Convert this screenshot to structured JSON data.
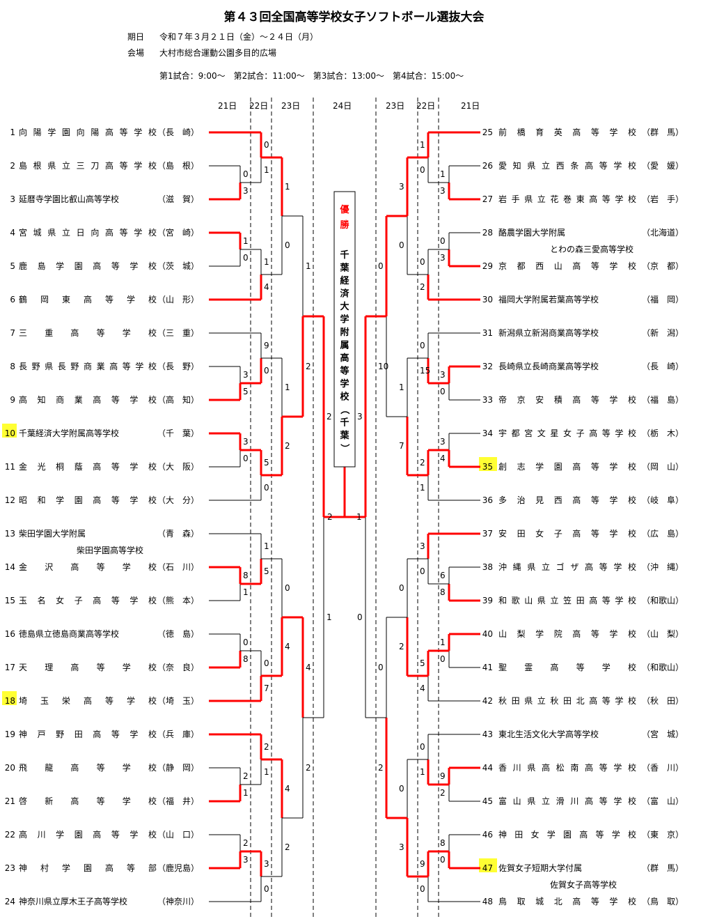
{
  "title": "第４３回全国高等学校女子ソフトボール選抜大会",
  "dates_label": "期日",
  "dates_value": "令和７年３月２１日（金）～２４日（月）",
  "venue_label": "会場",
  "venue_value": "大村市総合運動公園多目的広場",
  "schedule": "第1試合：9:00～　第2試合：11:00～　第3試合：13:00～　第4試合：15:00～",
  "day_headers_left": [
    "21日",
    "22日",
    "23日"
  ],
  "day_header_final": "24日",
  "day_headers_right": [
    "23日",
    "22日",
    "21日"
  ],
  "champion_label": "優勝",
  "champion_name": "千葉経済大学附属高等学校（千葉）",
  "teams_left": [
    {
      "no": "1",
      "name": "向陽学園向陽高等学校",
      "pref": "（長　崎）"
    },
    {
      "no": "2",
      "name": "島根県立三刀高等学校",
      "pref": "（島　根）"
    },
    {
      "no": "3",
      "name": "延暦寺学園比叡山高等学校",
      "pref": "（滋　賀）"
    },
    {
      "no": "4",
      "name": "宮城県立日向高等学校",
      "pref": "（宮　崎）"
    },
    {
      "no": "5",
      "name": "鹿島学園高等学校",
      "pref": "（茨　城）"
    },
    {
      "no": "6",
      "name": "鶴岡東高等学校",
      "pref": "（山　形）"
    },
    {
      "no": "7",
      "name": "三重高等学校",
      "pref": "（三　重）"
    },
    {
      "no": "8",
      "name": "長野県長野商業高等学校",
      "pref": "（長　野）"
    },
    {
      "no": "9",
      "name": "高知商業高等学校",
      "pref": "（高　知）"
    },
    {
      "no": "10",
      "name": "千葉経済大学附属高等学校",
      "pref": "（千　葉）"
    },
    {
      "no": "11",
      "name": "金光桐蔭高等学校",
      "pref": "（大　阪）"
    },
    {
      "no": "12",
      "name": "昭和学園高等学校",
      "pref": "（大　分）"
    },
    {
      "no": "13",
      "name": "柴田学園大学附属",
      "pref": "（青　森）",
      "sub": "柴田学園高等学校"
    },
    {
      "no": "14",
      "name": "金沢高等学校",
      "pref": "（石　川）"
    },
    {
      "no": "15",
      "name": "玉名女子高等学校",
      "pref": "（熊　本）"
    },
    {
      "no": "16",
      "name": "徳島県立徳島商業高等学校",
      "pref": "（徳　島）"
    },
    {
      "no": "17",
      "name": "天理高等学校",
      "pref": "（奈　良）"
    },
    {
      "no": "18",
      "name": "埼玉栄高等学校",
      "pref": "（埼　玉）"
    },
    {
      "no": "19",
      "name": "神戸野田高等学校",
      "pref": "（兵　庫）"
    },
    {
      "no": "20",
      "name": "飛龍高等学校",
      "pref": "（静　岡）"
    },
    {
      "no": "21",
      "name": "啓新高等学校",
      "pref": "（福　井）"
    },
    {
      "no": "22",
      "name": "高川学園高等学校",
      "pref": "（山　口）"
    },
    {
      "no": "23",
      "name": "神村学園高等部",
      "pref": "（鹿児島）"
    },
    {
      "no": "24",
      "name": "神奈川県立厚木王子高等学校",
      "pref": "（神奈川）"
    }
  ],
  "teams_right": [
    {
      "no": "25",
      "name": "前橋育英高等学校",
      "pref": "（群　馬）"
    },
    {
      "no": "26",
      "name": "愛知県立西条高等学校",
      "pref": "（愛　媛）"
    },
    {
      "no": "27",
      "name": "岩手県立花巻東高等学校",
      "pref": "（岩　手）"
    },
    {
      "no": "28",
      "name": "酪農学園大学附属",
      "pref": "（北海道）",
      "sub": "とわの森三愛高等学校"
    },
    {
      "no": "29",
      "name": "京都西山高等学校",
      "pref": "（京　都）"
    },
    {
      "no": "30",
      "name": "福岡大学附属若葉高等学校",
      "pref": "（福　岡）"
    },
    {
      "no": "31",
      "name": "新潟県立新潟商業高等学校",
      "pref": "（新　潟）"
    },
    {
      "no": "32",
      "name": "長崎県立長崎商業高等学校",
      "pref": "（長　崎）"
    },
    {
      "no": "33",
      "name": "帝京安積高等学校",
      "pref": "（福　島）"
    },
    {
      "no": "34",
      "name": "宇都宮文星女子高等学校",
      "pref": "（栃　木）"
    },
    {
      "no": "35",
      "name": "創志学園高等学校",
      "pref": "（岡　山）"
    },
    {
      "no": "36",
      "name": "多治見西高等学校",
      "pref": "（岐　阜）"
    },
    {
      "no": "37",
      "name": "安田女子高等学校",
      "pref": "（広　島）"
    },
    {
      "no": "38",
      "name": "沖縄県立ゴザ高等学校",
      "pref": "（沖　縄）"
    },
    {
      "no": "39",
      "name": "和歌山県立笠田高等学校",
      "pref": "（和歌山）"
    },
    {
      "no": "40",
      "name": "山梨学院高等学校",
      "pref": "（山　梨）"
    },
    {
      "no": "41",
      "name": "聖霊高等学校",
      "pref": "（和歌山）"
    },
    {
      "no": "42",
      "name": "秋田県立秋田北高等学校",
      "pref": "（秋　田）"
    },
    {
      "no": "43",
      "name": "東北生活文化大学高等学校",
      "pref": "（宮　城）"
    },
    {
      "no": "44",
      "name": "香川県高松南高等学校",
      "pref": "（香　川）"
    },
    {
      "no": "45",
      "name": "富山県立滑川高等学校",
      "pref": "（富　山）"
    },
    {
      "no": "46",
      "name": "神田女学園高等学校",
      "pref": "（東　京）"
    },
    {
      "no": "47",
      "name": "佐賀女子短期大学付属",
      "pref": "（群　馬）",
      "sub": "佐賀女子高等学校"
    },
    {
      "no": "48",
      "name": "鳥取城北高等学校",
      "pref": "（鳥　取）"
    }
  ],
  "highlighted_numbers": [
    "10",
    "18",
    "35",
    "47"
  ],
  "winner_color": "#ff0000",
  "line_color": "#000000",
  "highlight_color": "#ffff33",
  "scores_left": {
    "r1": [
      [
        "0",
        "3"
      ],
      [
        "1",
        "0"
      ],
      [
        "3",
        "5"
      ],
      [
        "3",
        "0"
      ],
      [
        "0",
        "8"
      ],
      [
        "2",
        "1"
      ],
      [
        "2",
        "3"
      ]
    ],
    "r1_single": [
      "8",
      "1"
    ],
    "r2": [
      [
        "0",
        "1"
      ],
      [
        "1",
        "4"
      ],
      [
        "9",
        "0"
      ],
      [
        "5",
        "0"
      ],
      [
        "1",
        "5"
      ],
      [
        "0",
        "7"
      ],
      [
        "2",
        "1"
      ],
      [
        "3",
        "0"
      ]
    ],
    "qf": [
      [
        "1",
        "0"
      ],
      [
        "1",
        "2"
      ],
      [
        "0",
        "4"
      ],
      [
        "4",
        "2"
      ]
    ],
    "sf": [
      [
        "1",
        "2"
      ],
      [
        "4",
        "2"
      ]
    ],
    "sf_to_final": [
      [
        "2",
        "1"
      ]
    ],
    "final": [
      "2"
    ]
  },
  "scores_right": {
    "final": [
      "1"
    ]
  }
}
